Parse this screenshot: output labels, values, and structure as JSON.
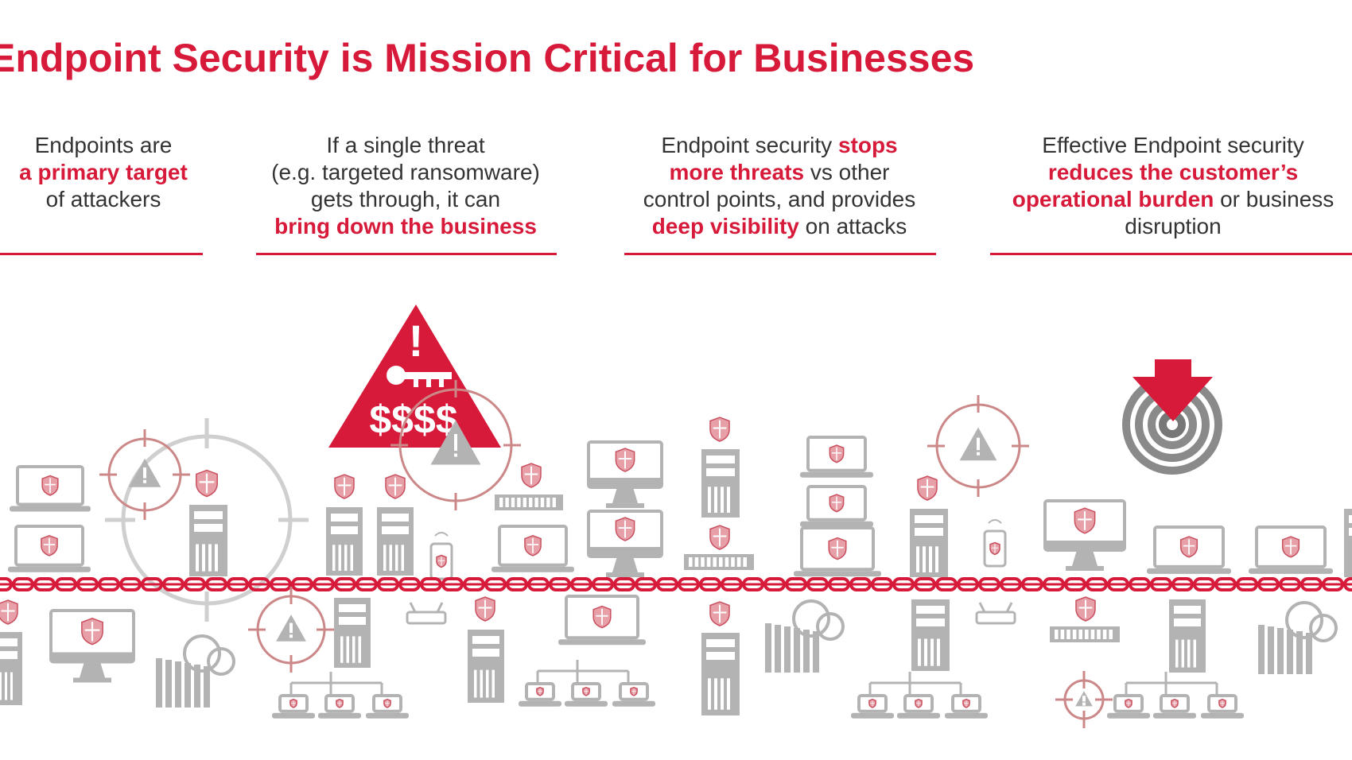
{
  "title": "Endpoint Security is Mission Critical for Businesses",
  "columns": [
    {
      "lines": [
        [
          {
            "t": "Endpoints are",
            "hl": false
          }
        ],
        [
          {
            "t": "a primary target",
            "hl": true
          }
        ],
        [
          {
            "t": "of attackers",
            "hl": false
          }
        ]
      ]
    },
    {
      "lines": [
        [
          {
            "t": "If a single threat",
            "hl": false
          }
        ],
        [
          {
            "t": "(e.g. targeted ransomware)",
            "hl": false
          }
        ],
        [
          {
            "t": "gets through, it can",
            "hl": false
          }
        ],
        [
          {
            "t": "bring down the business",
            "hl": true
          }
        ]
      ]
    },
    {
      "lines": [
        [
          {
            "t": "Endpoint security ",
            "hl": false
          },
          {
            "t": "stops",
            "hl": true
          }
        ],
        [
          {
            "t": "more threats",
            "hl": true
          },
          {
            "t": " vs other",
            "hl": false
          }
        ],
        [
          {
            "t": "control points, and provides",
            "hl": false
          }
        ],
        [
          {
            "t": "deep visibility",
            "hl": true
          },
          {
            "t": " on attacks",
            "hl": false
          }
        ]
      ]
    },
    {
      "lines": [
        [
          {
            "t": "Effective Endpoint security",
            "hl": false
          }
        ],
        [
          {
            "t": "reduces the customer’s",
            "hl": true
          }
        ],
        [
          {
            "t": "operational burden",
            "hl": true
          },
          {
            "t": " or business",
            "hl": false
          }
        ],
        [
          {
            "t": "disruption",
            "hl": false
          }
        ]
      ]
    }
  ],
  "warning_sign": {
    "symbol": "!",
    "money": "$$$$"
  },
  "colors": {
    "accent": "#d71a3a",
    "gray": "#b3b3b3",
    "text": "#333333"
  },
  "icons": [
    "laptop-icon",
    "server-icon",
    "desktop-icon",
    "cloud-datacenter-icon",
    "crosshair-icon",
    "warning-icon",
    "target-icon",
    "down-arrow-icon",
    "network-tree-icon",
    "router-icon",
    "phone-icon",
    "chain-icon",
    "shield-icon",
    "key-icon"
  ]
}
